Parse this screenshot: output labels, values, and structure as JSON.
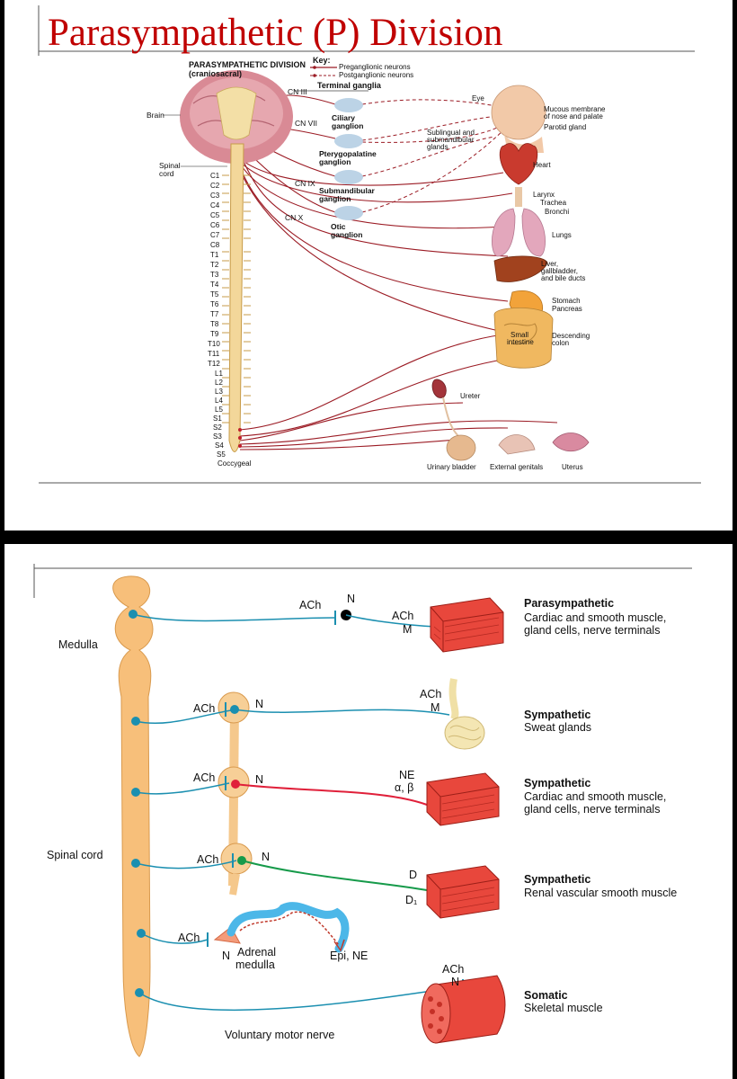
{
  "top": {
    "title": "Parasympathetic (P) Division",
    "header": "PARASYMPATHETIC DIVISION",
    "subheader": "(craniosacral)",
    "key_title": "Key:",
    "key_pre": "Preganglionic neurons",
    "key_post": "Postganglionic neurons",
    "terminal_ganglia": "Terminal ganglia",
    "brain": "Brain",
    "spinal_cord": [
      "Spinal",
      "cord"
    ],
    "nerves": [
      "CN III",
      "CN VII",
      "CN IX",
      "CN X"
    ],
    "ganglia": {
      "ciliary": [
        "Ciliary",
        "ganglion"
      ],
      "pterygopalatine": [
        "Pterygopalatine",
        "ganglion"
      ],
      "submandibular": [
        "Submandibular",
        "ganglion"
      ],
      "otic": [
        "Otic",
        "ganglion"
      ]
    },
    "segments": [
      "C1",
      "C2",
      "C3",
      "C4",
      "C5",
      "C6",
      "C7",
      "C8",
      "T1",
      "T2",
      "T3",
      "T4",
      "T5",
      "T6",
      "T7",
      "T8",
      "T9",
      "T10",
      "T11",
      "T12",
      "L1",
      "L2",
      "L3",
      "L4",
      "L5",
      "S1",
      "S2",
      "S3",
      "S4",
      "S5",
      "Coccygeal"
    ],
    "organs": {
      "eye": "Eye",
      "mucous": [
        "Mucous membrane",
        "of nose and palate"
      ],
      "parotid": "Parotid gland",
      "sublingual": [
        "Sublingual and",
        "submandibular",
        "glands"
      ],
      "heart": "Heart",
      "larynx": "Larynx",
      "trachea": "Trachea",
      "bronchi": "Bronchi",
      "lungs": "Lungs",
      "liver": [
        "Liver,",
        "gallbladder,",
        "and bile ducts"
      ],
      "stomach": "Stomach",
      "pancreas": "Pancreas",
      "small_intestine": [
        "Small",
        "intestine"
      ],
      "colon": [
        "Descending",
        "colon"
      ],
      "ureter": "Ureter",
      "bladder": "Urinary bladder",
      "genitals": "External genitals",
      "uterus": "Uterus"
    }
  },
  "bottom": {
    "medulla": "Medulla",
    "spinal_cord": "Spinal cord",
    "pathways": [
      {
        "pre": "ACh",
        "receptor": "N",
        "post": "ACh",
        "target_receptor": "M",
        "division": "Parasympathetic",
        "targets": [
          "Cardiac and smooth muscle,",
          "gland cells, nerve terminals"
        ]
      },
      {
        "pre": "ACh",
        "receptor": "N",
        "post": "ACh",
        "target_receptor": "M",
        "division": "Sympathetic",
        "targets": [
          "Sweat glands"
        ]
      },
      {
        "pre": "ACh",
        "receptor": "N",
        "post": "NE",
        "target_receptor": "α, β",
        "division": "Sympathetic",
        "targets": [
          "Cardiac and smooth muscle,",
          "gland cells, nerve terminals"
        ]
      },
      {
        "pre": "ACh",
        "receptor": "N",
        "post": "D",
        "target_receptor": "D₁",
        "division": "Sympathetic",
        "targets": [
          "Renal vascular smooth muscle"
        ]
      }
    ],
    "adrenal": {
      "pre": "ACh",
      "receptor": "N",
      "label": [
        "Adrenal",
        "medulla"
      ],
      "output": "Epi, NE"
    },
    "somatic": {
      "transmitter": "ACh",
      "receptor": "N",
      "division": "Somatic",
      "target": "Skeletal muscle",
      "nerve": "Voluntary motor nerve"
    },
    "colors": {
      "cholinergic": "#1b8fb0",
      "adrenergic": "#e0203a",
      "dopaminergic": "#169a4a",
      "muscle": "#e8473c",
      "cord": "#f7bf7a",
      "blood": "#4cb7e8"
    }
  }
}
